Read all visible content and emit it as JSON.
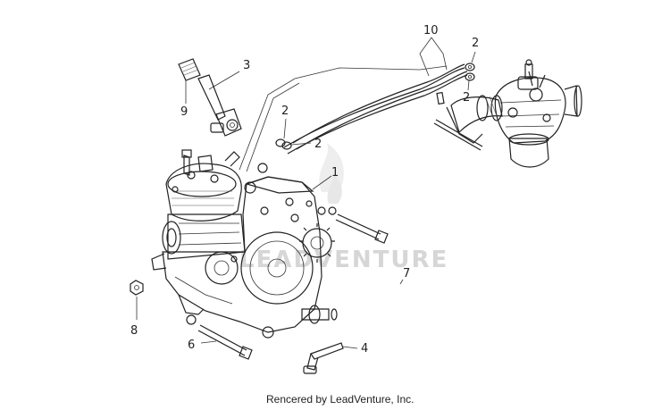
{
  "diagram": {
    "callouts": [
      {
        "id": "c10a",
        "label": "10"
      },
      {
        "id": "c2a",
        "label": "2"
      },
      {
        "id": "c2b",
        "label": "2"
      },
      {
        "id": "c3",
        "label": "3"
      },
      {
        "id": "c9",
        "label": "9"
      },
      {
        "id": "c2c",
        "label": "2"
      },
      {
        "id": "c2d",
        "label": "2"
      },
      {
        "id": "c1",
        "label": "1"
      },
      {
        "id": "c7",
        "label": "7"
      },
      {
        "id": "c8",
        "label": "8"
      },
      {
        "id": "c6",
        "label": "6"
      },
      {
        "id": "c4",
        "label": "4"
      }
    ],
    "watermark": "LEADVENTURE",
    "footer": "Rencered by LeadVenture, Inc."
  }
}
